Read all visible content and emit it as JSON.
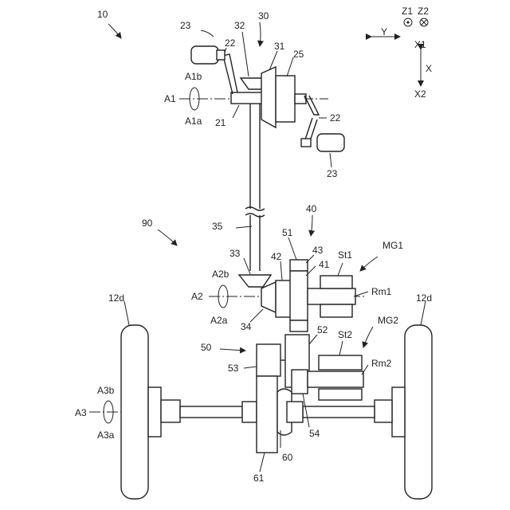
{
  "labels": {
    "system": "10",
    "handle_assembly": "90",
    "left_handle_grip": "23",
    "left_crank": "22",
    "right_crank": "22",
    "right_handle_grip": "23",
    "handle_shaft": "21",
    "motor_25": "25",
    "first_gear_set": "30",
    "gear_31": "31",
    "gear_32": "32",
    "shaft_35": "35",
    "gear_33": "33",
    "gear_34": "34",
    "gear_set_40": "40",
    "gear_41": "41",
    "gear_42": "42",
    "gear_43": "43",
    "gear_51": "51",
    "gear_52": "52",
    "gear_53": "53",
    "gear_54": "54",
    "gear_set_50": "50",
    "differential": "60",
    "ring_gear": "61",
    "left_wheel": "12d",
    "right_wheel": "12d",
    "mg1": "MG1",
    "mg2": "MG2",
    "stator1": "St1",
    "stator2": "St2",
    "rotor1": "Rm1",
    "rotor2": "Rm2"
  },
  "axes": {
    "a1": "A1",
    "a1a": "A1a",
    "a1b": "A1b",
    "a2": "A2",
    "a2a": "A2a",
    "a2b": "A2b",
    "a3": "A3",
    "a3a": "A3a",
    "a3b": "A3b"
  },
  "direction": {
    "y": "Y",
    "x": "X",
    "x1": "X1",
    "x2": "X2",
    "z1": "Z1",
    "z2": "Z2"
  }
}
